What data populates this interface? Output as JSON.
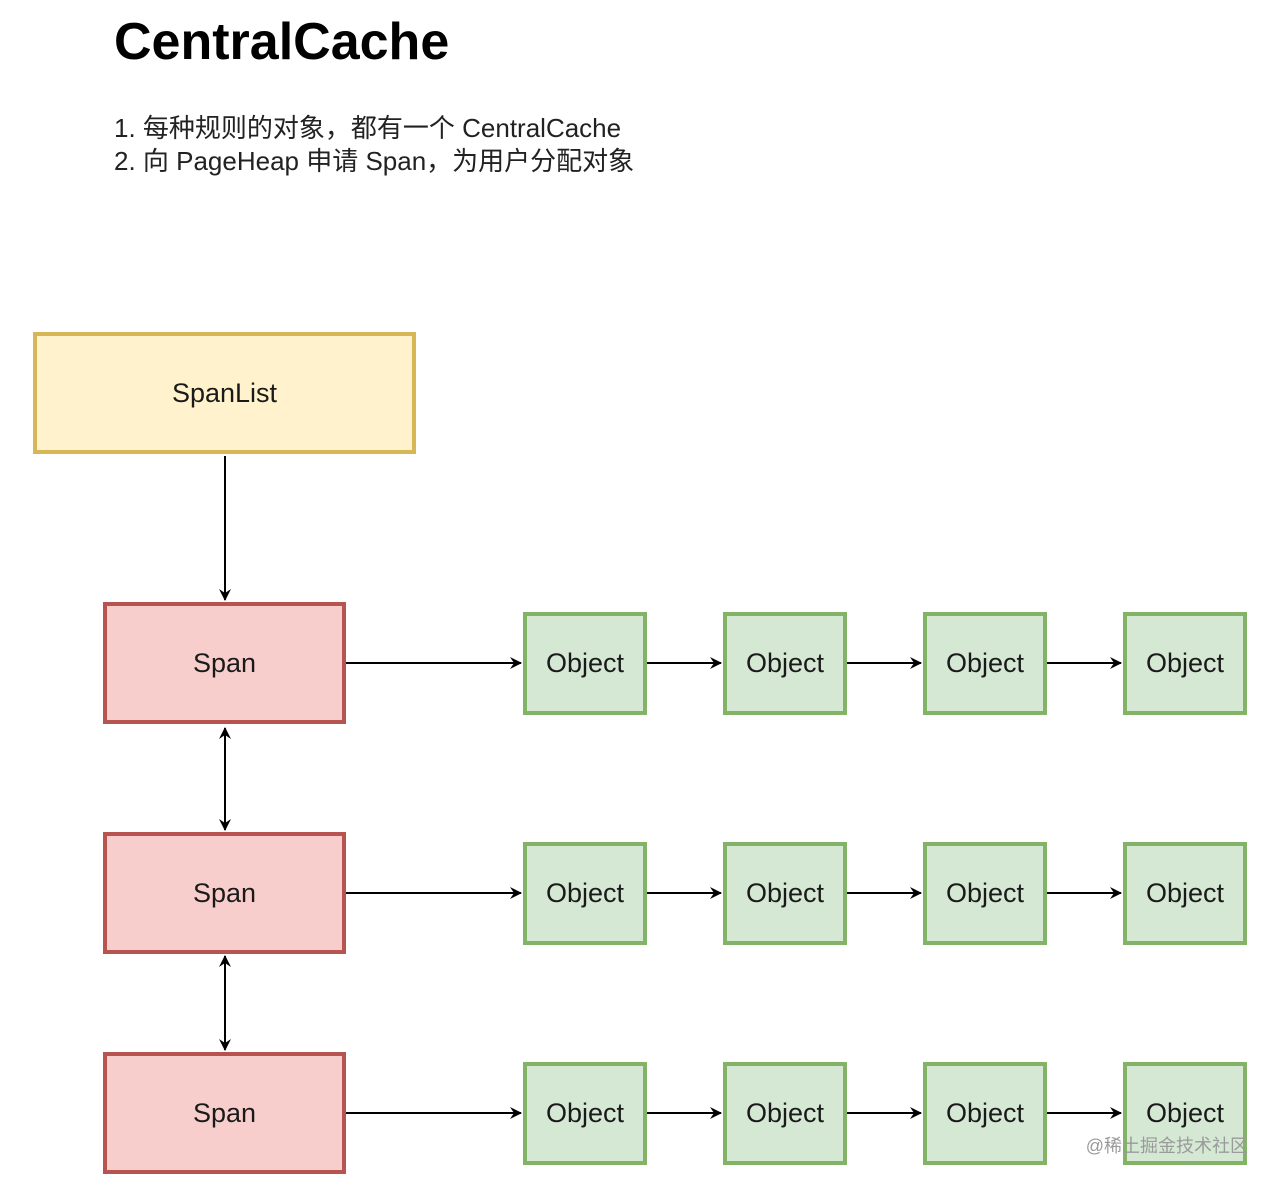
{
  "title": "CentralCache",
  "notes": [
    "1. 每种规则的对象，都有一个 CentralCache",
    "2. 向 PageHeap 申请 Span，为用户分配对象"
  ],
  "spanlist_label": "SpanList",
  "spans": [
    {
      "label": "Span",
      "objects": [
        "Object",
        "Object",
        "Object",
        "Object"
      ]
    },
    {
      "label": "Span",
      "objects": [
        "Object",
        "Object",
        "Object",
        "Object"
      ]
    },
    {
      "label": "Span",
      "objects": [
        "Object",
        "Object",
        "Object",
        "Object"
      ]
    }
  ],
  "colors": {
    "spanlist_fill": "#fff2cc",
    "spanlist_border": "#d6b656",
    "span_fill": "#f8cecc",
    "span_border": "#b85450",
    "object_fill": "#d5e8d4",
    "object_border": "#82b366",
    "arrow": "#000000"
  },
  "watermark": "@稀土掘金技术社区"
}
